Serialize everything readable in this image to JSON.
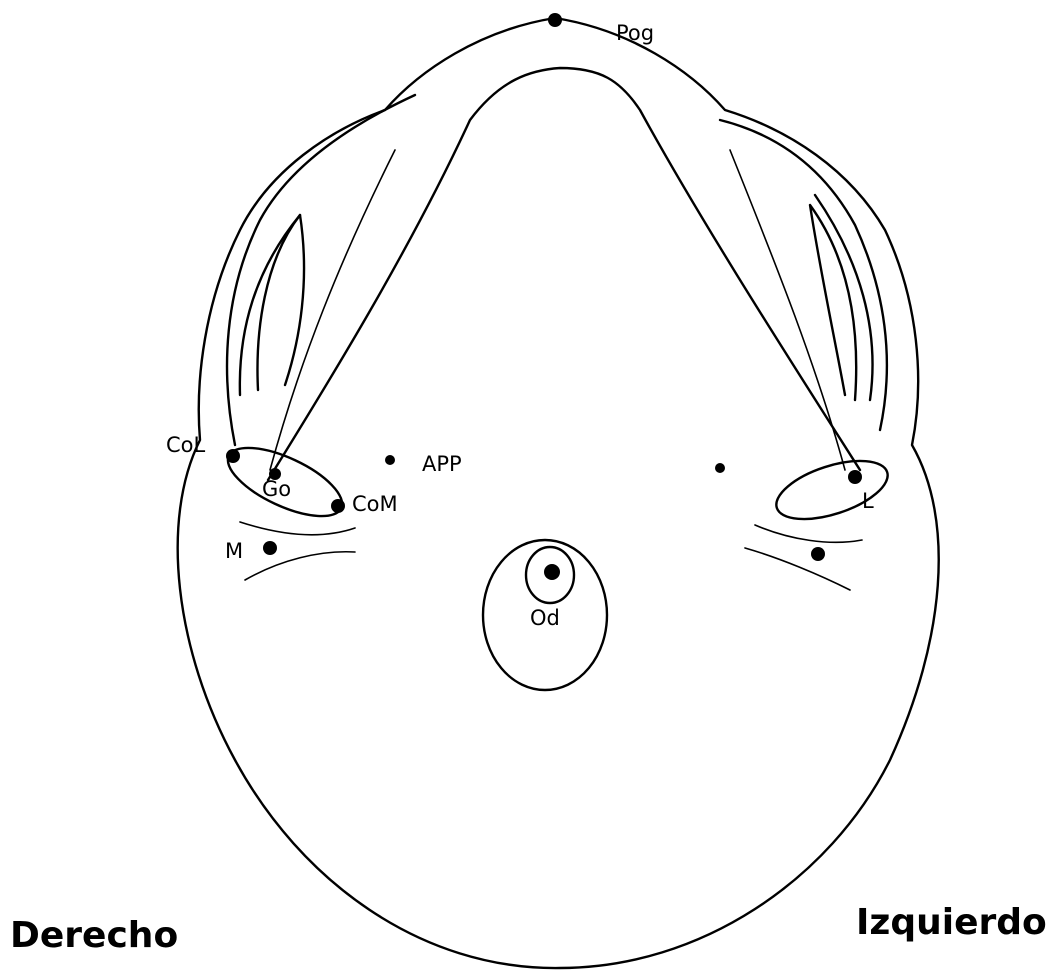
{
  "landmarks": {
    "pog": "Pog",
    "col": "CoL",
    "go": "Go",
    "com": "CoM",
    "app": "APP",
    "m": "M",
    "od": "Od",
    "l": "L"
  },
  "sides": {
    "right": "Derecho",
    "left": "Izquierdo"
  },
  "colors": {
    "stroke": "#000000",
    "background": "#ffffff"
  }
}
